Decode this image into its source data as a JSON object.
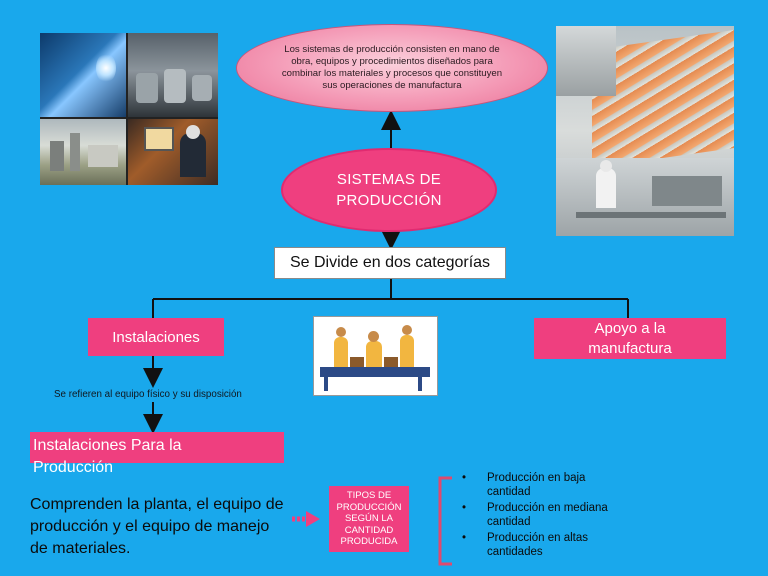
{
  "diagram": {
    "top_note": "Los sistemas de producción consisten en mano de obra, equipos y procedimientos diseñados para combinar los materiales y procesos que constituyen sus operaciones de manufactura",
    "main_title_line1": "SISTEMAS DE",
    "main_title_line2": "PRODUCCIÓN",
    "divide_label": "Se Divide en dos categorías",
    "left_category": "Instalaciones",
    "right_category_line1": "Apoyo a la",
    "right_category_line2": "manufactura",
    "left_note": "Se refieren al equipo físico y su disposición",
    "inst_title_line1": "Instalaciones Para la",
    "inst_title_line2": "Producción",
    "inst_desc": "Comprenden la planta, el equipo de producción y el equipo de manejo de materiales.",
    "tipos_label_lines": [
      "TIPOS DE",
      "PRODUCCIÓN",
      "SEGÚN LA",
      "CANTIDAD",
      "PRODUCIDA"
    ],
    "production_types": [
      "Producción en baja cantidad",
      "Producción en mediana cantidad",
      "Producción en altas cantidades"
    ]
  },
  "colors": {
    "background": "#19a8ec",
    "pink": "#ef3f7f",
    "connector": "#111111",
    "bracket": "#e04a6e"
  },
  "images": {
    "collage_left": "industrial-photos-collage",
    "photo_right": "food-factory-photo",
    "clipart_center": "workers-assembly-line-clipart"
  }
}
